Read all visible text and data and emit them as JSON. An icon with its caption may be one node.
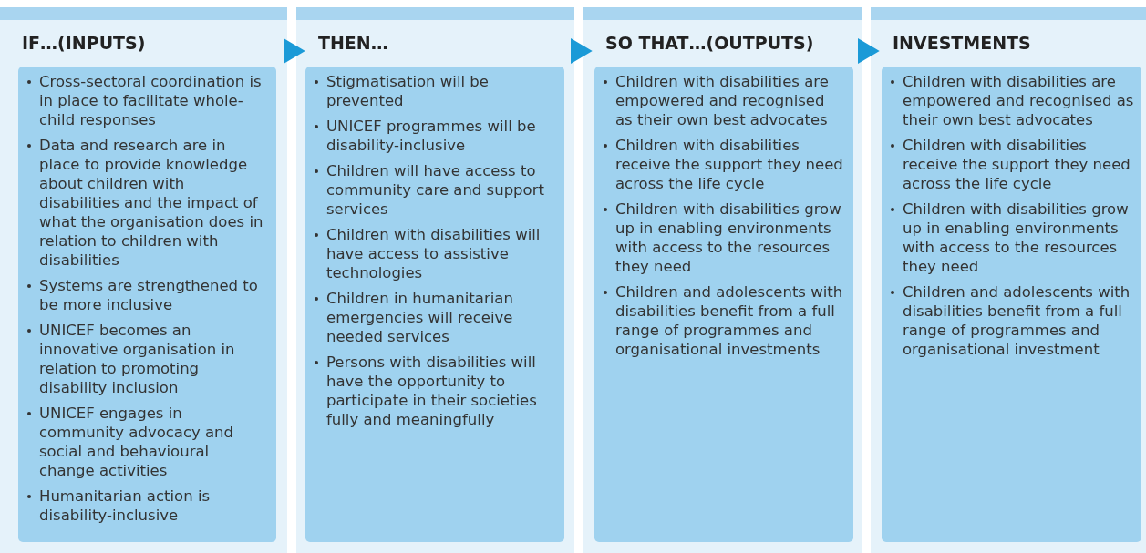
{
  "diagram": {
    "nodes": [
      {
        "text": [
          "IF…(INPUTS)",
          "Cross-sectoral coordination is in place to facilitate whole-child responses",
          "Data and research are in place to provide knowledge about children with disabilities and the impact of what the organisation does in relation to children with disabilities",
          "Systems are strengthened to be more inclusive",
          "UNICEF becomes an innovative organisation in relation to promoting disability inclusion",
          "UNICEF engages in community advocacy and social and behavioural change activities",
          "Humanitarian action is disability-inclusive"
        ]
      },
      {
        "text": [
          "THEN…",
          "Stigmatisation will be prevented",
          "UNICEF programmes will be disability-inclusive",
          "Children will have access to community care and support services",
          "Children with disabilities will have access to assistive technologies",
          "Children in humanitarian emergencies will receive needed services",
          "Persons with disabilities will have the opportunity to participate in their societies fully and meaningfully"
        ]
      },
      {
        "text": [
          "SO THAT…(OUTPUTS)",
          "Children with disabilities are empowered and recognised as their own best advocates",
          "Children with disabilities receive the support they need across the life cycle",
          "Children with disabilities grow up in enabling environments with access to the resources they need",
          "Children and adolescents with disabilities benefit from a full range of programmes and organisational investments"
        ]
      },
      {
        "text": [
          "INVESTMENTS",
          "Children with disabilities are empowered and recognised as their own best advocates",
          "Children with disabilities receive the support they need across the life cycle",
          "Children with disabilities grow up in enabling environments with access to the resources they need",
          "Children and adolescents with disabilities benefit from a full range of programmes and organisational investment"
        ]
      }
    ],
    "edges": [
      {
        "from": 0,
        "to": 1,
        "arrow": "to"
      },
      {
        "from": 1,
        "to": 2,
        "arrow": "to"
      },
      {
        "from": 2,
        "to": 3,
        "arrow": "to"
      }
    ]
  }
}
